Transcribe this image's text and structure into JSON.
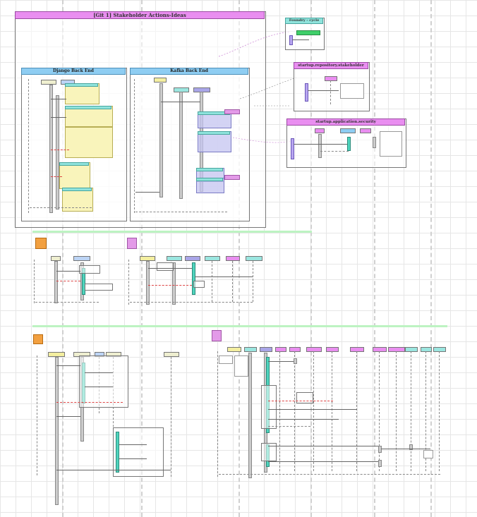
{
  "main_frame": {
    "title": "[Git 1] Stakeholder Actions-Ideas"
  },
  "panels": {
    "left": {
      "title": "Django Back End"
    },
    "right": {
      "title": "Kafka Back End"
    }
  },
  "side_frames": {
    "foundry": {
      "title": "Foundry - cycle"
    },
    "repository": {
      "title": "startup.repository.stakeholder"
    },
    "security": {
      "title": "startup.application.security"
    }
  },
  "colors": {
    "magenta_title": "#e98ef0",
    "blue_title": "#8ecdf2",
    "teal": "#8fe3dc",
    "yellow_box": "#f8f3b4",
    "lavender_box": "#c4c4f0",
    "orange_note": "#f2a040",
    "green_separator": "#bdf3c2"
  }
}
